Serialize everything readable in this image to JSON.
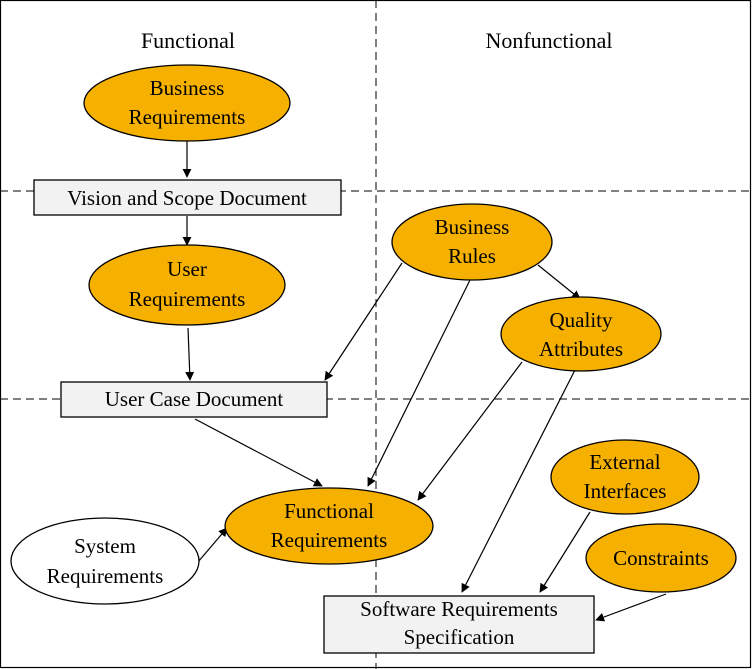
{
  "columns": {
    "functional": "Functional",
    "nonfunctional": "Nonfunctional"
  },
  "nodes": {
    "business_requirements": [
      "Business",
      "Requirements"
    ],
    "vision_scope_document": [
      "Vision and Scope Document"
    ],
    "user_requirements": [
      "User",
      "Requirements"
    ],
    "business_rules": [
      "Business",
      "Rules"
    ],
    "quality_attributes": [
      "Quality",
      "Attributes"
    ],
    "user_case_document": [
      "User Case Document"
    ],
    "functional_requirements": [
      "Functional",
      "Requirements"
    ],
    "system_requirements": [
      "System",
      "Requirements"
    ],
    "external_interfaces": [
      "External",
      "Interfaces"
    ],
    "constraints": [
      "Constraints"
    ],
    "software_requirements_specification": [
      "Software Requirements",
      "Specification"
    ]
  },
  "colors": {
    "requirement_fill": "#f5b000",
    "document_fill": "#f2f2f2",
    "system_fill": "#ffffff"
  }
}
